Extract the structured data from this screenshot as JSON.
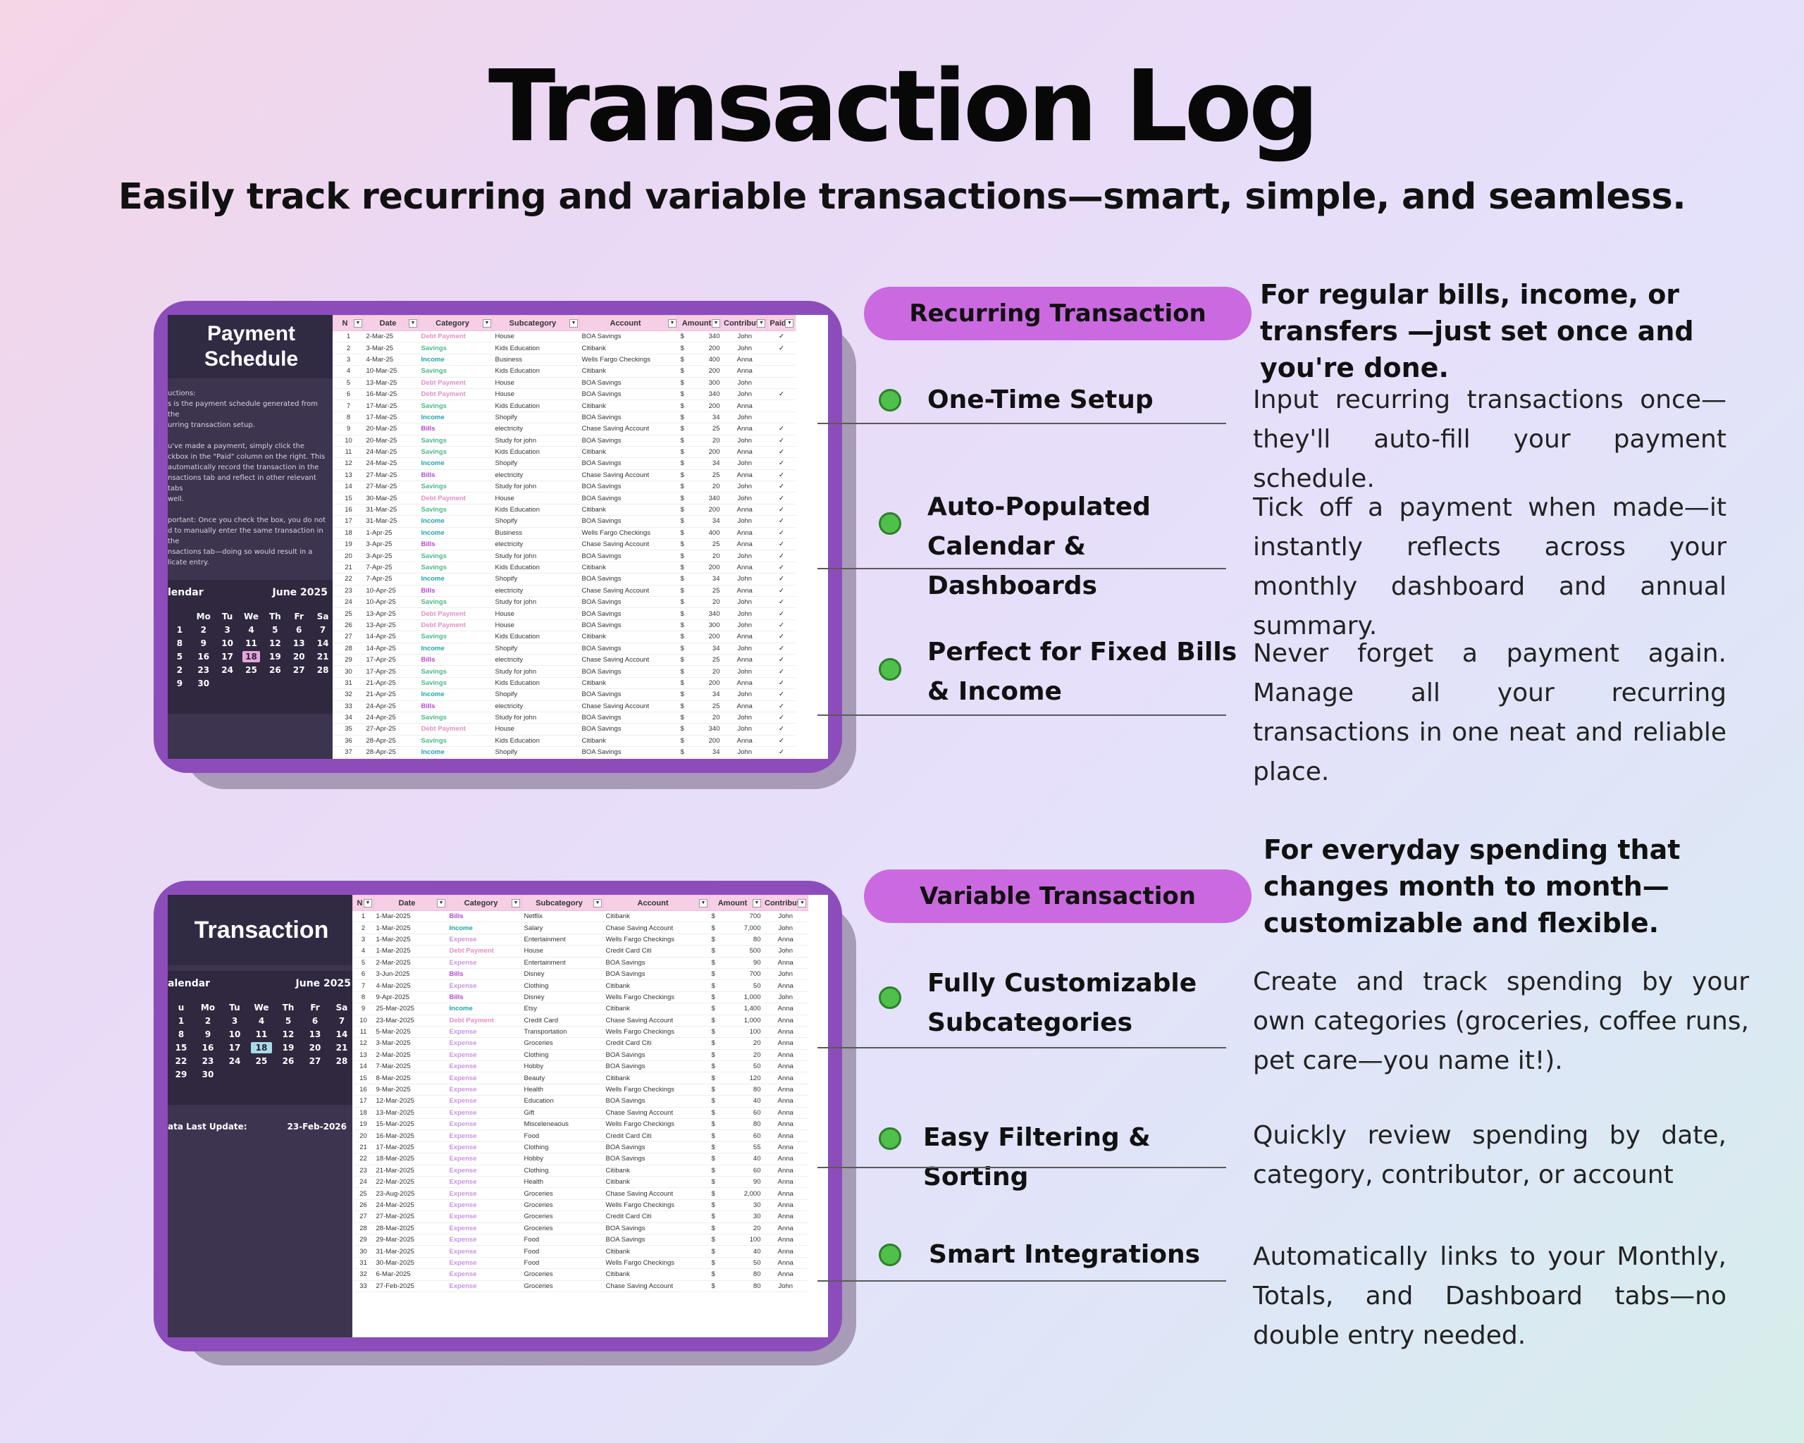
{
  "header": {
    "title": "Transaction Log",
    "subtitle": "Easily track recurring and variable transactions—smart, simple, and seamless."
  },
  "colors": {
    "accent_pill": "#cb6ae0",
    "frame": "#8c4dbb",
    "sidebar": "#3d3450",
    "sheet_header": "#f6cfe6",
    "feature_dot": "#4fc04a",
    "calendar_today_recurring": "#e3a6dc",
    "calendar_today_variable": "#a8dbe6"
  },
  "recurring": {
    "pill": "Recurring Transaction",
    "lead": "For regular bills, income, or transfers —just set once and you're done.",
    "features": [
      {
        "label": "One-Time Setup",
        "desc": "Input recurring transactions once—they'll auto-fill your payment schedule.",
        "icon": "check-circle-icon"
      },
      {
        "label": "Auto-Populated Calendar & Dashboards",
        "desc": "Tick off a payment when made—it instantly reflects across your monthly dashboard and annual summary.",
        "icon": "check-circle-icon"
      },
      {
        "label": "Perfect for Fixed Bills & Income",
        "desc": "Never forget a payment again. Manage all your recurring transactions in one neat and reliable place.",
        "icon": "check-circle-icon"
      }
    ],
    "panel": {
      "title": "Payment Schedule",
      "instructions": "uctions:\ns is the payment schedule generated from the\nurring transaction setup.\n\nu've made a payment, simply click the\nckbox in the \"Paid\" column on the right. This\nautomatically record the transaction in the\nnsactions tab and reflect in other relevant tabs\nwell.\n\nportant: Once you check the box, you do not\nd to manually enter the same transaction in the\nnsactions tab—doing so would result in a\nlicate entry.",
      "calendar": {
        "label": "lendar",
        "month": "June 2025",
        "days": [
          "",
          "Mo",
          "Tu",
          "We",
          "Th",
          "Fr",
          "Sa",
          "1",
          "2",
          "3",
          "4",
          "5",
          "6",
          "7",
          "8",
          "9",
          "10",
          "11",
          "12",
          "13",
          "14",
          "5",
          "16",
          "17",
          "18",
          "19",
          "20",
          "21",
          "2",
          "23",
          "24",
          "25",
          "26",
          "27",
          "28",
          "9",
          "30",
          "",
          "",
          "",
          "",
          ""
        ],
        "today": "18"
      },
      "columns": [
        "N",
        "Date",
        "Category",
        "Subcategory",
        "Account",
        "Amount",
        "Contribut",
        "Paid"
      ],
      "rows": [
        [
          "1",
          "2-Mar-25",
          "Debt Payment",
          "House",
          "BOA Savings",
          "$",
          "340",
          "John",
          "✓"
        ],
        [
          "2",
          "3-Mar-25",
          "Savings",
          "Kids Education",
          "Citibank",
          "$",
          "200",
          "John",
          "✓"
        ],
        [
          "3",
          "4-Mar-25",
          "Income",
          "Business",
          "Wells Fargo Checkings",
          "$",
          "400",
          "Anna",
          ""
        ],
        [
          "4",
          "10-Mar-25",
          "Savings",
          "Kids Education",
          "Citibank",
          "$",
          "200",
          "Anna",
          ""
        ],
        [
          "5",
          "13-Mar-25",
          "Debt Payment",
          "House",
          "BOA Savings",
          "$",
          "300",
          "John",
          ""
        ],
        [
          "6",
          "16-Mar-25",
          "Debt Payment",
          "House",
          "BOA Savings",
          "$",
          "340",
          "John",
          "✓"
        ],
        [
          "7",
          "17-Mar-25",
          "Savings",
          "Kids Education",
          "Citibank",
          "$",
          "200",
          "Anna",
          ""
        ],
        [
          "8",
          "17-Mar-25",
          "Income",
          "Shopify",
          "BOA Savings",
          "$",
          "34",
          "John",
          ""
        ],
        [
          "9",
          "20-Mar-25",
          "Bills",
          "electricity",
          "Chase Saving Account",
          "$",
          "25",
          "Anna",
          "✓"
        ],
        [
          "10",
          "20-Mar-25",
          "Savings",
          "Study for john",
          "BOA Savings",
          "$",
          "20",
          "John",
          "✓"
        ],
        [
          "11",
          "24-Mar-25",
          "Savings",
          "Kids Education",
          "Citibank",
          "$",
          "200",
          "Anna",
          "✓"
        ],
        [
          "12",
          "24-Mar-25",
          "Income",
          "Shopify",
          "BOA Savings",
          "$",
          "34",
          "John",
          "✓"
        ],
        [
          "13",
          "27-Mar-25",
          "Bills",
          "electricity",
          "Chase Saving Account",
          "$",
          "25",
          "Anna",
          "✓"
        ],
        [
          "14",
          "27-Mar-25",
          "Savings",
          "Study for john",
          "BOA Savings",
          "$",
          "20",
          "John",
          "✓"
        ],
        [
          "15",
          "30-Mar-25",
          "Debt Payment",
          "House",
          "BOA Savings",
          "$",
          "340",
          "John",
          "✓"
        ],
        [
          "16",
          "31-Mar-25",
          "Savings",
          "Kids Education",
          "Citibank",
          "$",
          "200",
          "Anna",
          "✓"
        ],
        [
          "17",
          "31-Mar-25",
          "Income",
          "Shopify",
          "BOA Savings",
          "$",
          "34",
          "John",
          "✓"
        ],
        [
          "18",
          "1-Apr-25",
          "Income",
          "Business",
          "Wells Fargo Checkings",
          "$",
          "400",
          "Anna",
          "✓"
        ],
        [
          "19",
          "3-Apr-25",
          "Bills",
          "electricity",
          "Chase Saving Account",
          "$",
          "25",
          "Anna",
          "✓"
        ],
        [
          "20",
          "3-Apr-25",
          "Savings",
          "Study for john",
          "BOA Savings",
          "$",
          "20",
          "John",
          "✓"
        ],
        [
          "21",
          "7-Apr-25",
          "Savings",
          "Kids Education",
          "Citibank",
          "$",
          "200",
          "Anna",
          "✓"
        ],
        [
          "22",
          "7-Apr-25",
          "Income",
          "Shopify",
          "BOA Savings",
          "$",
          "34",
          "John",
          "✓"
        ],
        [
          "23",
          "10-Apr-25",
          "Bills",
          "electricity",
          "Chase Saving Account",
          "$",
          "25",
          "Anna",
          "✓"
        ],
        [
          "24",
          "10-Apr-25",
          "Savings",
          "Study for john",
          "BOA Savings",
          "$",
          "20",
          "John",
          "✓"
        ],
        [
          "25",
          "13-Apr-25",
          "Debt Payment",
          "House",
          "BOA Savings",
          "$",
          "340",
          "John",
          "✓"
        ],
        [
          "26",
          "13-Apr-25",
          "Debt Payment",
          "House",
          "BOA Savings",
          "$",
          "300",
          "John",
          "✓"
        ],
        [
          "27",
          "14-Apr-25",
          "Savings",
          "Kids Education",
          "Citibank",
          "$",
          "200",
          "Anna",
          "✓"
        ],
        [
          "28",
          "14-Apr-25",
          "Income",
          "Shopify",
          "BOA Savings",
          "$",
          "34",
          "John",
          "✓"
        ],
        [
          "29",
          "17-Apr-25",
          "Bills",
          "electricity",
          "Chase Saving Account",
          "$",
          "25",
          "Anna",
          "✓"
        ],
        [
          "30",
          "17-Apr-25",
          "Savings",
          "Study for john",
          "BOA Savings",
          "$",
          "20",
          "John",
          "✓"
        ],
        [
          "31",
          "21-Apr-25",
          "Savings",
          "Kids Education",
          "Citibank",
          "$",
          "200",
          "Anna",
          "✓"
        ],
        [
          "32",
          "21-Apr-25",
          "Income",
          "Shopify",
          "BOA Savings",
          "$",
          "34",
          "John",
          "✓"
        ],
        [
          "33",
          "24-Apr-25",
          "Bills",
          "electricity",
          "Chase Saving Account",
          "$",
          "25",
          "Anna",
          "✓"
        ],
        [
          "34",
          "24-Apr-25",
          "Savings",
          "Study for john",
          "BOA Savings",
          "$",
          "20",
          "John",
          "✓"
        ],
        [
          "35",
          "27-Apr-25",
          "Debt Payment",
          "House",
          "BOA Savings",
          "$",
          "340",
          "John",
          "✓"
        ],
        [
          "36",
          "28-Apr-25",
          "Savings",
          "Kids Education",
          "Citibank",
          "$",
          "200",
          "Anna",
          "✓"
        ],
        [
          "37",
          "28-Apr-25",
          "Income",
          "Shopify",
          "BOA Savings",
          "$",
          "34",
          "John",
          "✓"
        ]
      ]
    }
  },
  "variable": {
    "pill": "Variable Transaction",
    "lead": "For everyday spending that changes month to month—customizable and flexible.",
    "features": [
      {
        "label": "Fully Customizable Subcategories",
        "desc": "Create and track spending by your own categories (groceries, coffee runs, pet care—you name it!).",
        "icon": "check-circle-icon"
      },
      {
        "label": "Easy Filtering & Sorting",
        "desc": "Quickly review spending by date, category, contributor, or account",
        "icon": "check-circle-icon"
      },
      {
        "label": "Smart Integrations",
        "desc": "Automatically links to your Monthly, Totals, and Dashboard tabs—no double entry needed.",
        "icon": "check-circle-icon"
      }
    ],
    "panel": {
      "title": "Transaction",
      "calendar": {
        "label": "alendar",
        "month": "June 2025",
        "days": [
          "u",
          "Mo",
          "Tu",
          "We",
          "Th",
          "Fr",
          "Sa",
          "1",
          "2",
          "3",
          "4",
          "5",
          "6",
          "7",
          "8",
          "9",
          "10",
          "11",
          "12",
          "13",
          "14",
          "15",
          "16",
          "17",
          "18",
          "19",
          "20",
          "21",
          "22",
          "23",
          "24",
          "25",
          "26",
          "27",
          "28",
          "29",
          "30",
          "",
          "",
          "",
          "",
          ""
        ],
        "today": "18"
      },
      "update_label": "ata Last Update:",
      "update_value": "23-Feb-2026",
      "columns": [
        "N",
        "Date",
        "Category",
        "Subcategory",
        "Account",
        "Amount",
        "Contribut"
      ],
      "rows": [
        [
          "1",
          "1-Mar-2025",
          "Bills",
          "Netflix",
          "Citibank",
          "$",
          "700",
          "John"
        ],
        [
          "2",
          "1-Mar-2025",
          "Income",
          "Salary",
          "Chase Saving Account",
          "$",
          "7,000",
          "John"
        ],
        [
          "3",
          "1-Mar-2025",
          "Expense",
          "Entertainment",
          "Wells Fargo Checkings",
          "$",
          "80",
          "Anna"
        ],
        [
          "4",
          "1-Mar-2025",
          "Debt Payment",
          "House",
          "Credit Card Citi",
          "$",
          "500",
          "John"
        ],
        [
          "5",
          "2-Mar-2025",
          "Expense",
          "Entertainment",
          "BOA Savings",
          "$",
          "90",
          "Anna"
        ],
        [
          "6",
          "3-Jun-2025",
          "Bills",
          "Disney",
          "BOA Savings",
          "$",
          "700",
          "John"
        ],
        [
          "7",
          "4-Mar-2025",
          "Expense",
          "Clothing",
          "Citibank",
          "$",
          "50",
          "Anna"
        ],
        [
          "8",
          "9-Apr-2025",
          "Bills",
          "Disney",
          "Wells Fargo Checkings",
          "$",
          "1,000",
          "John"
        ],
        [
          "9",
          "25-Mar-2025",
          "Income",
          "Etsy",
          "Citibank",
          "$",
          "1,400",
          "Anna"
        ],
        [
          "10",
          "23-Mar-2025",
          "Debt Payment",
          "Credit Card",
          "Chase Saving Account",
          "$",
          "1,000",
          "Anna"
        ],
        [
          "11",
          "5-Mar-2025",
          "Expense",
          "Transportation",
          "Wells Fargo Checkings",
          "$",
          "100",
          "Anna"
        ],
        [
          "12",
          "3-Mar-2025",
          "Expense",
          "Groceries",
          "Credit Card Citi",
          "$",
          "20",
          "Anna"
        ],
        [
          "13",
          "2-Mar-2025",
          "Expense",
          "Clothing",
          "BOA Savings",
          "$",
          "20",
          "Anna"
        ],
        [
          "14",
          "7-Mar-2025",
          "Expense",
          "Hobby",
          "BOA Savings",
          "$",
          "50",
          "Anna"
        ],
        [
          "15",
          "8-Mar-2025",
          "Expense",
          "Beauty",
          "Citibank",
          "$",
          "120",
          "Anna"
        ],
        [
          "16",
          "9-Mar-2025",
          "Expense",
          "Health",
          "Wells Fargo Checkings",
          "$",
          "80",
          "Anna"
        ],
        [
          "17",
          "12-Mar-2025",
          "Expense",
          "Education",
          "BOA Savings",
          "$",
          "40",
          "Anna"
        ],
        [
          "18",
          "13-Mar-2025",
          "Expense",
          "Gift",
          "Chase Saving Account",
          "$",
          "60",
          "Anna"
        ],
        [
          "19",
          "15-Mar-2025",
          "Expense",
          "Misceleneaous",
          "Wells Fargo Checkings",
          "$",
          "80",
          "Anna"
        ],
        [
          "20",
          "16-Mar-2025",
          "Expense",
          "Food",
          "Credit Card Citi",
          "$",
          "60",
          "Anna"
        ],
        [
          "21",
          "17-Mar-2025",
          "Expense",
          "Clothing",
          "BOA Savings",
          "$",
          "55",
          "Anna"
        ],
        [
          "22",
          "18-Mar-2025",
          "Expense",
          "Hobby",
          "BOA Savings",
          "$",
          "40",
          "Anna"
        ],
        [
          "23",
          "21-Mar-2025",
          "Expense",
          "Clothing",
          "Citibank",
          "$",
          "60",
          "Anna"
        ],
        [
          "24",
          "22-Mar-2025",
          "Expense",
          "Health",
          "Citibank",
          "$",
          "90",
          "Anna"
        ],
        [
          "25",
          "23-Aug-2025",
          "Expense",
          "Groceries",
          "Chase Saving Account",
          "$",
          "2,000",
          "Anna"
        ],
        [
          "26",
          "24-Mar-2025",
          "Expense",
          "Groceries",
          "Wells Fargo Checkings",
          "$",
          "30",
          "Anna"
        ],
        [
          "27",
          "27-Mar-2025",
          "Expense",
          "Groceries",
          "Credit Card Citi",
          "$",
          "30",
          "Anna"
        ],
        [
          "28",
          "28-Mar-2025",
          "Expense",
          "Groceries",
          "BOA Savings",
          "$",
          "20",
          "Anna"
        ],
        [
          "29",
          "29-Mar-2025",
          "Expense",
          "Food",
          "BOA Savings",
          "$",
          "100",
          "Anna"
        ],
        [
          "30",
          "31-Mar-2025",
          "Expense",
          "Food",
          "Citibank",
          "$",
          "40",
          "Anna"
        ],
        [
          "31",
          "30-Mar-2025",
          "Expense",
          "Food",
          "Wells Fargo Checkings",
          "$",
          "50",
          "Anna"
        ],
        [
          "32",
          "6-Mar-2025",
          "Expense",
          "Groceries",
          "Citibank",
          "$",
          "80",
          "Anna"
        ],
        [
          "33",
          "27-Feb-2025",
          "Expense",
          "Groceries",
          "Chase Saving Account",
          "$",
          "80",
          "John"
        ]
      ]
    }
  }
}
